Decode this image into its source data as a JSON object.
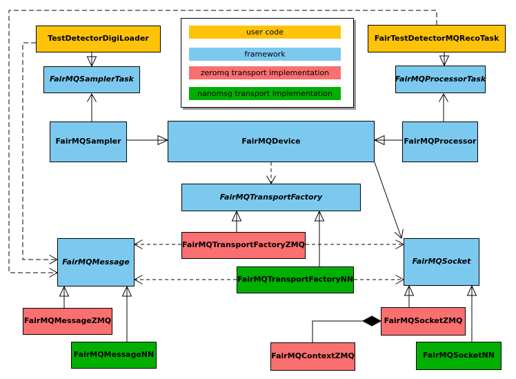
{
  "colors": {
    "user_code": "#FEC309",
    "framework": "#7CC9F0",
    "zeromq": "#FA6F6F",
    "nanomsg": "#00AF00",
    "line": "#000000",
    "background": "#FFFFFF"
  },
  "legend": {
    "items": [
      {
        "label": "user code",
        "category": "user_code"
      },
      {
        "label": "framework",
        "category": "framework"
      },
      {
        "label": "zeromq transport implementation",
        "category": "zeromq"
      },
      {
        "label": "nanomsg transport implementation",
        "category": "nanomsg"
      }
    ]
  },
  "nodes": {
    "testDetectorDigiLoader": {
      "label": "TestDetectorDigiLoader",
      "category": "user_code",
      "abstract": false
    },
    "fairTestDetectorMQRecoTask": {
      "label": "FairTestDetectorMQRecoTask",
      "category": "user_code",
      "abstract": false
    },
    "fairMQSamplerTask": {
      "label": "FairMQSamplerTask",
      "category": "framework",
      "abstract": true
    },
    "fairMQProcessorTask": {
      "label": "FairMQProcessorTask",
      "category": "framework",
      "abstract": true
    },
    "fairMQSampler": {
      "label": "FairMQSampler",
      "category": "framework",
      "abstract": false
    },
    "fairMQDevice": {
      "label": "FairMQDevice",
      "category": "framework",
      "abstract": false
    },
    "fairMQProcessor": {
      "label": "FairMQProcessor",
      "category": "framework",
      "abstract": false
    },
    "fairMQTransportFactory": {
      "label": "FairMQTransportFactory",
      "category": "framework",
      "abstract": true
    },
    "fairMQTransportFactoryZMQ": {
      "label": "FairMQTransportFactoryZMQ",
      "category": "zeromq",
      "abstract": false
    },
    "fairMQTransportFactoryNN": {
      "label": "FairMQTransportFactoryNN",
      "category": "nanomsg",
      "abstract": false
    },
    "fairMQMessage": {
      "label": "FairMQMessage",
      "category": "framework",
      "abstract": true
    },
    "fairMQSocket": {
      "label": "FairMQSocket",
      "category": "framework",
      "abstract": true
    },
    "fairMQMessageZMQ": {
      "label": "FairMQMessageZMQ",
      "category": "zeromq",
      "abstract": false
    },
    "fairMQMessageNN": {
      "label": "FairMQMessageNN",
      "category": "nanomsg",
      "abstract": false
    },
    "fairMQSocketZMQ": {
      "label": "FairMQSocketZMQ",
      "category": "zeromq",
      "abstract": false
    },
    "fairMQSocketNN": {
      "label": "FairMQSocketNN",
      "category": "nanomsg",
      "abstract": false
    },
    "fairMQContextZMQ": {
      "label": "FairMQContextZMQ",
      "category": "zeromq",
      "abstract": false
    }
  },
  "edges": [
    {
      "from": "TestDetectorDigiLoader",
      "to": "FairMQSamplerTask",
      "type": "inheritance"
    },
    {
      "from": "FairTestDetectorMQRecoTask",
      "to": "FairMQProcessorTask",
      "type": "inheritance"
    },
    {
      "from": "FairMQSampler",
      "to": "FairMQDevice",
      "type": "inheritance"
    },
    {
      "from": "FairMQProcessor",
      "to": "FairMQDevice",
      "type": "inheritance"
    },
    {
      "from": "FairMQTransportFactoryZMQ",
      "to": "FairMQTransportFactory",
      "type": "inheritance"
    },
    {
      "from": "FairMQTransportFactoryNN",
      "to": "FairMQTransportFactory",
      "type": "inheritance"
    },
    {
      "from": "FairMQMessageZMQ",
      "to": "FairMQMessage",
      "type": "inheritance"
    },
    {
      "from": "FairMQMessageNN",
      "to": "FairMQMessage",
      "type": "inheritance"
    },
    {
      "from": "FairMQSocketZMQ",
      "to": "FairMQSocket",
      "type": "inheritance"
    },
    {
      "from": "FairMQSocketNN",
      "to": "FairMQSocket",
      "type": "inheritance"
    },
    {
      "from": "FairMQSampler",
      "to": "FairMQSamplerTask",
      "type": "association"
    },
    {
      "from": "FairMQProcessor",
      "to": "FairMQProcessorTask",
      "type": "association"
    },
    {
      "from": "FairMQDevice",
      "to": "FairMQSocket",
      "type": "association"
    },
    {
      "from": "FairMQDevice",
      "to": "FairMQTransportFactory",
      "type": "dependency"
    },
    {
      "from": "TestDetectorDigiLoader",
      "to": "FairMQMessage",
      "type": "dependency"
    },
    {
      "from": "FairTestDetectorMQRecoTask",
      "to": "FairMQMessage",
      "type": "dependency"
    },
    {
      "from": "FairMQTransportFactoryZMQ",
      "to": "FairMQMessage",
      "type": "dependency"
    },
    {
      "from": "FairMQTransportFactoryZMQ",
      "to": "FairMQSocket",
      "type": "dependency"
    },
    {
      "from": "FairMQTransportFactoryNN",
      "to": "FairMQMessage",
      "type": "dependency"
    },
    {
      "from": "FairMQTransportFactoryNN",
      "to": "FairMQSocket",
      "type": "dependency"
    },
    {
      "from": "FairMQSocketZMQ",
      "to": "FairMQContextZMQ",
      "type": "composition"
    }
  ]
}
